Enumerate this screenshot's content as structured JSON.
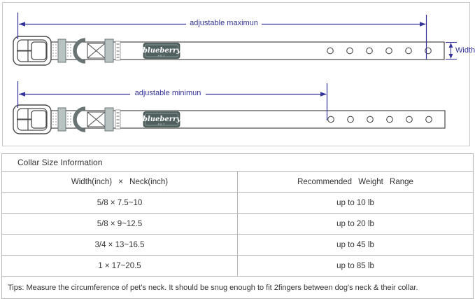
{
  "diagram": {
    "top_label": "adjustable maximun",
    "bottom_label": "adjustable minimun",
    "width_label": "Width",
    "brand": "blueberry",
    "brand_sub": "PET",
    "accent_color": "#333399"
  },
  "table": {
    "title": "Collar Size Information",
    "columns": [
      "Width(inch) × Neck(inch)",
      "Recommended Weight Range"
    ],
    "rows": [
      {
        "size": "5/8 × 7.5~10",
        "weight": "up to 10 lb"
      },
      {
        "size": "5/8 × 9~12.5",
        "weight": "up to 20 lb"
      },
      {
        "size": "3/4 × 13~16.5",
        "weight": "up to 45 lb"
      },
      {
        "size": "1 × 17~20.5",
        "weight": "up to 85 lb"
      }
    ],
    "tips": "Tips: Measure the circumference of pet's neck. It should be snug enough to fit 2fingers between dog's neck & their collar."
  }
}
